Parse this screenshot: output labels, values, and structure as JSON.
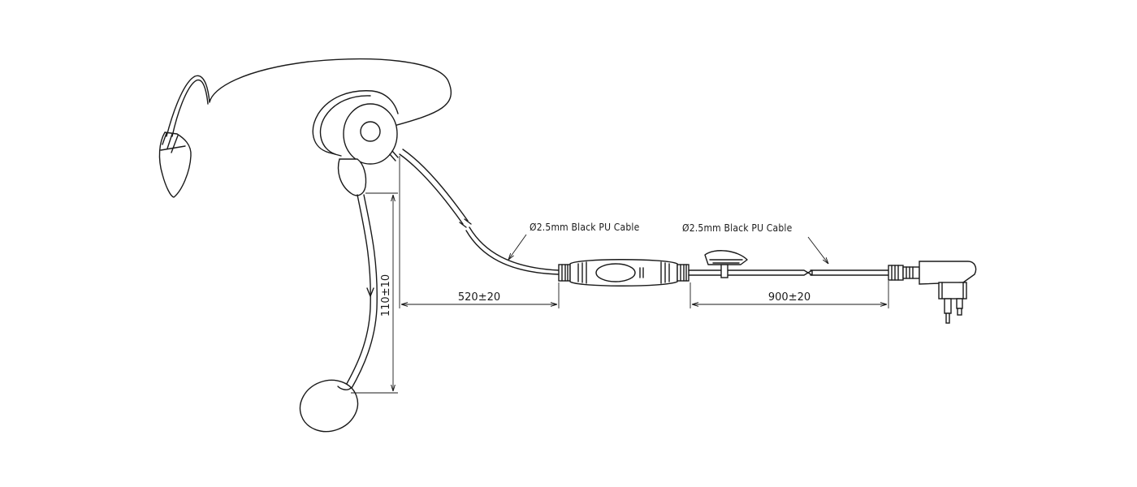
{
  "labels": {
    "cable_left": "Ø2.5mm Black PU Cable",
    "cable_right": "Ø2.5mm Black PU Cable"
  },
  "dimensions": {
    "boom_length": "110±10",
    "cable_to_ptt": "520±20",
    "ptt_to_plug": "900±20"
  },
  "colors": {
    "line": "#1a1a1a",
    "background": "#ffffff"
  }
}
